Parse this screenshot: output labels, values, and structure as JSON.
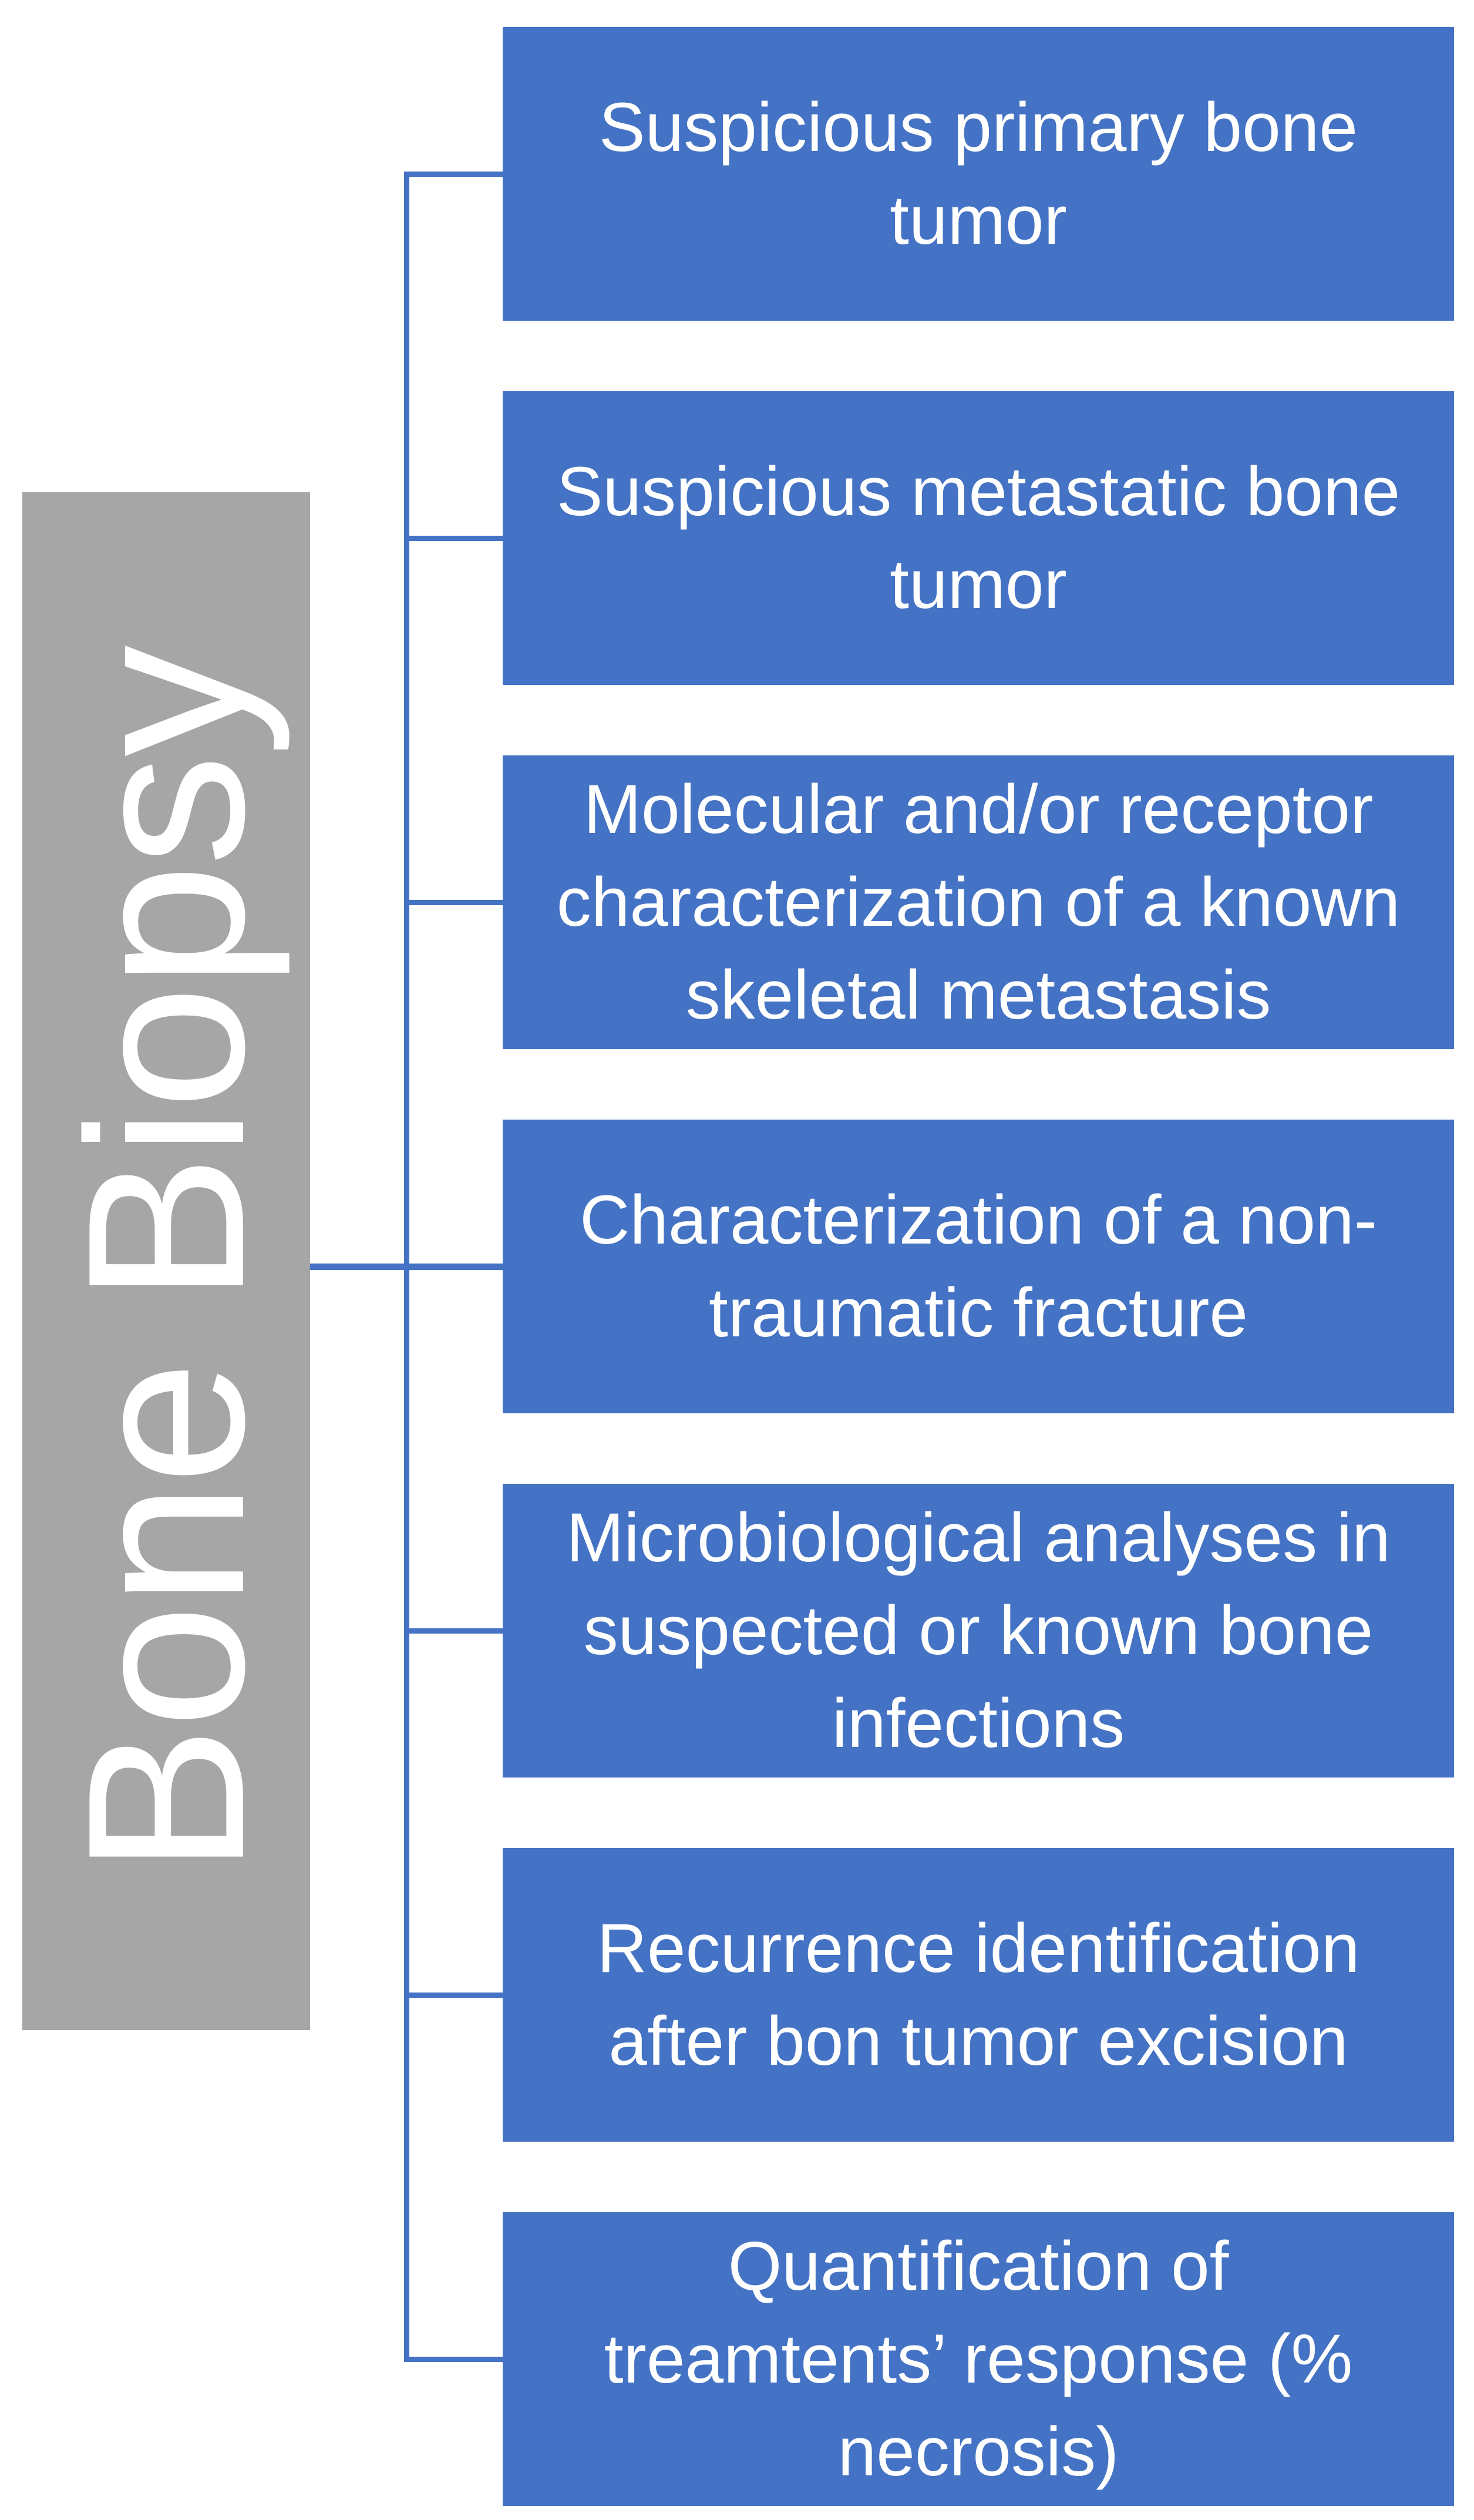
{
  "figure": {
    "root": {
      "label": "Bone Biopsy"
    },
    "indications": [
      "Suspicious primary bone\ntumor",
      "Suspicious metastatic bone\ntumor",
      "Molecular and/or receptor\ncharacterization of a known\nskeletal metastasis",
      "Characterization of a non-\ntraumatic fracture",
      "Microbiological analyses in\nsuspected or known bone\ninfections",
      "Recurrence identification\nafter bon tumor excision",
      "Quantification of\ntreamtents’ response (%\nnecrosis)"
    ],
    "colors": {
      "indication_box_fill": "#4472C4",
      "root_box_fill": "#A6A6A6",
      "connector_line": "#4472C4",
      "label_text": "#FFFFFF",
      "background": "#FFFFFF"
    }
  }
}
